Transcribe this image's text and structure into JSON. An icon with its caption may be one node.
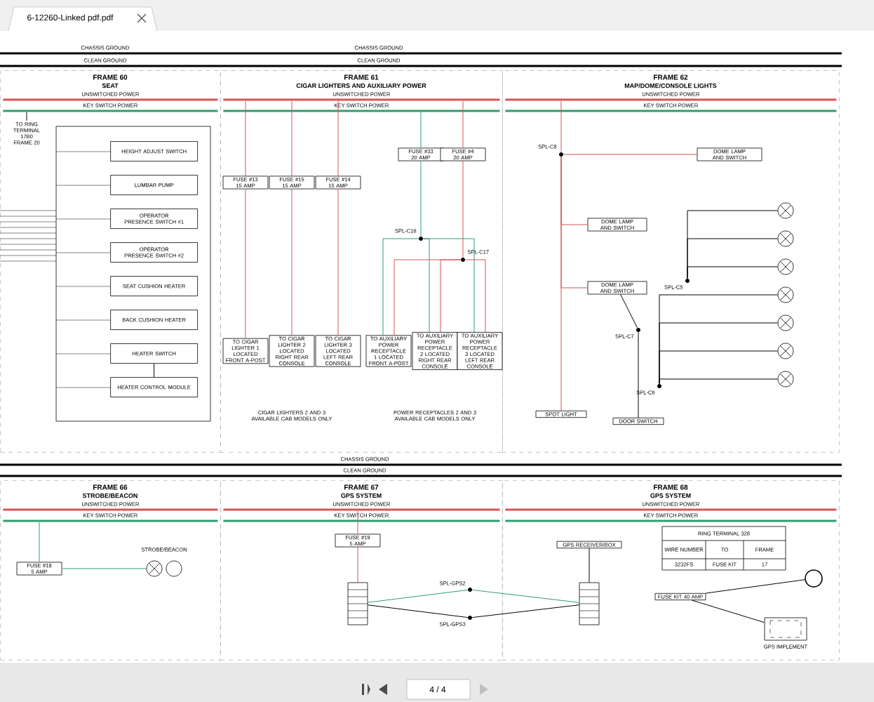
{
  "diagram": {
    "nodes": [
      {
        "text": [
          "FRAME 60",
          "SEAT"
        ]
      },
      {
        "text": [
          "FRAME 61",
          "CIGAR LIGHTERS AND AUXILIARY POWER"
        ]
      },
      {
        "text": [
          "FRAME 62",
          "MAP/DOME/CONSOLE LIGHTS"
        ]
      },
      {
        "text": [
          "FRAME 66",
          "STROBE/BEACON"
        ]
      },
      {
        "text": [
          "FRAME 67",
          "GPS SYSTEM"
        ]
      },
      {
        "text": [
          "FRAME 68",
          "GPS SYSTEM"
        ]
      },
      {
        "text": [],
        "shape": "box",
        "in": 0
      },
      {
        "text": [
          "HEIGHT ADJUST SWITCH"
        ],
        "in": 6
      },
      {
        "text": [
          "LUMBAR PUMP"
        ],
        "in": 6
      },
      {
        "text": [
          "OPERATOR PRESENCE SWITCH #1"
        ],
        "in": 6
      },
      {
        "text": [
          "OPERATOR PRESENCE SWITCH #2"
        ],
        "in": 6
      },
      {
        "text": [
          "SEAT CUSHION HEATER"
        ],
        "in": 6
      },
      {
        "text": [
          "BACK CUSHION HEATER"
        ],
        "in": 6
      },
      {
        "text": [
          "HEATER SWITCH"
        ],
        "in": 6
      },
      {
        "text": [
          "HEATER CONTROL MODULE"
        ],
        "in": 6
      },
      {
        "text": [
          "TO RING TERMINAL 17B0 FRAME 20"
        ],
        "in": 0
      },
      {
        "text": [
          "FUSE #13 15 AMP"
        ],
        "in": 1
      },
      {
        "text": [
          "FUSE #15 15 AMP"
        ],
        "in": 1
      },
      {
        "text": [
          "FUSE #14 15 AMP"
        ],
        "in": 1
      },
      {
        "text": [
          "FUSE #33 20 AMP"
        ],
        "in": 1
      },
      {
        "text": [
          "FUSE #4 20 AMP"
        ],
        "in": 1
      },
      {
        "text": [],
        "shape": "circle",
        "beside": [
          "SPL-C16"
        ],
        "in": 1
      },
      {
        "text": [],
        "shape": "circle",
        "beside": [
          "SPL-C17"
        ],
        "in": 1
      },
      {
        "text": [
          "TO CIGAR LIGHTER 1 LOCATED FRONT A-POST"
        ],
        "in": 1
      },
      {
        "text": [
          "TO CIGAR LIGHTER 2 LOCATED RIGHT REAR CONSOLE"
        ],
        "in": 1
      },
      {
        "text": [
          "TO CIGAR LIGHTER 3 LOCATED LEFT REAR CONSOLE"
        ],
        "in": 1
      },
      {
        "text": [
          "TO AUXILIARY POWER RECEPTACLE 1 LOCATED FRONT A-POST"
        ],
        "in": 1
      },
      {
        "text": [
          "TO AUXILIARY POWER RECEPTACLE 2 LOCATED RIGHT REAR CONSOLE"
        ],
        "in": 1
      },
      {
        "text": [
          "TO AUXILIARY POWER RECEPTACLE 3 LOCATED LEFT REAR CONSOLE"
        ],
        "in": 1
      },
      {
        "text": [],
        "shape": "circle",
        "beside": [
          "SPL-C8"
        ],
        "in": 2
      },
      {
        "text": [
          "DOME LAMP AND SWITCH"
        ],
        "in": 2
      },
      {
        "text": [
          "DOME LAMP AND SWITCH"
        ],
        "in": 2
      },
      {
        "text": [
          "DOME LAMP AND SWITCH"
        ],
        "in": 2
      },
      {
        "text": [],
        "shape": "circle",
        "beside": [
          "SPL-C7"
        ],
        "in": 2
      },
      {
        "text": [],
        "shape": "circle",
        "beside": [
          "SPL-C5"
        ],
        "in": 2
      },
      {
        "text": [],
        "shape": "circle",
        "beside": [
          "SPL-C6"
        ],
        "in": 2
      },
      {
        "text": [],
        "shape": "circle",
        "in": 2
      },
      {
        "text": [],
        "shape": "circle",
        "in": 2
      },
      {
        "text": [],
        "shape": "circle",
        "in": 2
      },
      {
        "text": [],
        "shape": "circle",
        "in": 2
      },
      {
        "text": [],
        "shape": "circle",
        "in": 2
      },
      {
        "text": [],
        "shape": "circle",
        "in": 2
      },
      {
        "text": [],
        "shape": "circle",
        "in": 2
      },
      {
        "text": [
          "SPOT LIGHT"
        ],
        "in": 2
      },
      {
        "text": [
          "DOOR SWITCH"
        ],
        "in": 2
      },
      {
        "text": [
          "FUSE #18 5 AMP"
        ],
        "in": 3
      },
      {
        "text": [],
        "shape": "circle",
        "beside": [
          "STROBE/BEACON"
        ],
        "in": 3
      },
      {
        "text": [
          "FUSE #19 5 AMP"
        ],
        "in": 4
      },
      {
        "text": [],
        "shape": "box",
        "in": 4
      },
      {
        "text": [],
        "shape": "circle",
        "beside": [
          "SPL-GPS2"
        ],
        "in": 4
      },
      {
        "text": [],
        "shape": "circle",
        "beside": [
          "SPL-GPS3"
        ],
        "in": 4
      },
      {
        "text": [
          "GPS RECEIVER/BOX"
        ],
        "in": 5
      },
      {
        "text": [
          "FUSE KIT 40 AMP"
        ],
        "in": 5
      },
      {
        "text": [],
        "shape": "circle",
        "in": 5
      },
      {
        "text": [],
        "shape": "box",
        "beside": [
          "GPS IMPLEMENT"
        ],
        "in": 5
      },
      {
        "text": [],
        "shape": "box",
        "in": 5
      },
      {
        "text": [
          "UNSWITCHED POWER"
        ],
        "in": 0
      },
      {
        "text": [
          "KEY SWITCH POWER"
        ],
        "in": 0
      },
      {
        "text": [
          "UNSWITCHED POWER"
        ],
        "in": 1
      },
      {
        "text": [
          "KEY SWITCH POWER"
        ],
        "in": 1
      },
      {
        "text": [
          "UNSWITCHED POWER"
        ],
        "in": 2
      },
      {
        "text": [
          "KEY SWITCH POWER"
        ],
        "in": 2
      },
      {
        "text": [
          "UNSWITCHED POWER"
        ],
        "in": 3
      },
      {
        "text": [
          "KEY SWITCH POWER"
        ],
        "in": 3
      },
      {
        "text": [
          "UNSWITCHED POWER"
        ],
        "in": 4
      },
      {
        "text": [
          "KEY SWITCH POWER"
        ],
        "in": 4
      },
      {
        "text": [
          "UNSWITCHED POWER"
        ],
        "in": 5
      },
      {
        "text": [
          "KEY SWITCH POWER"
        ],
        "in": 5
      }
    ],
    "edges": [
      {
        "from": 15,
        "to": 57,
        "arrow": "none",
        "color": "#000000"
      },
      {
        "from": 13,
        "to": 14,
        "arrow": "none",
        "color": "#000000"
      },
      {
        "from": 16,
        "to": 23,
        "arrow": "none",
        "color": "#d9534f"
      },
      {
        "from": 17,
        "to": 24,
        "arrow": "none",
        "color": "#d9534f"
      },
      {
        "from": 18,
        "to": 25,
        "arrow": "none",
        "color": "#d9534f"
      },
      {
        "from": 19,
        "to": 21,
        "arrow": "none",
        "color": "#2e9e6e"
      },
      {
        "from": 20,
        "to": 22,
        "arrow": "none",
        "color": "#d9534f"
      },
      {
        "from": 21,
        "to": 26,
        "arrow": "none",
        "color": "#2e9e6e"
      },
      {
        "from": 21,
        "to": 27,
        "arrow": "none",
        "color": "#2e9e6e"
      },
      {
        "from": 21,
        "to": 28,
        "arrow": "none",
        "color": "#2e9e6e"
      },
      {
        "from": 22,
        "to": 26,
        "arrow": "none",
        "color": "#d9534f"
      },
      {
        "from": 22,
        "to": 27,
        "arrow": "none",
        "color": "#d9534f"
      },
      {
        "from": 22,
        "to": 28,
        "arrow": "none",
        "color": "#d9534f"
      },
      {
        "from": 29,
        "to": 30,
        "arrow": "none",
        "color": "#d9534f"
      },
      {
        "from": 29,
        "to": 31,
        "arrow": "none",
        "color": "#d9534f"
      },
      {
        "from": 29,
        "to": 32,
        "arrow": "none",
        "color": "#d9534f"
      },
      {
        "from": 29,
        "to": 43,
        "arrow": "none",
        "color": "#d9534f"
      },
      {
        "from": 33,
        "to": 32,
        "arrow": "none",
        "color": "#000000"
      },
      {
        "from": 44,
        "to": 33,
        "arrow": "none",
        "color": "#000000"
      },
      {
        "from": 34,
        "to": 36,
        "arrow": "none",
        "color": "#000000"
      },
      {
        "from": 34,
        "to": 37,
        "arrow": "none",
        "color": "#000000"
      },
      {
        "from": 34,
        "to": 38,
        "arrow": "none",
        "color": "#000000"
      },
      {
        "from": 35,
        "to": 39,
        "arrow": "none",
        "color": "#000000"
      },
      {
        "from": 35,
        "to": 40,
        "arrow": "none",
        "color": "#000000"
      },
      {
        "from": 35,
        "to": 41,
        "arrow": "none",
        "color": "#000000"
      },
      {
        "from": 35,
        "to": 42,
        "arrow": "none",
        "color": "#000000"
      },
      {
        "from": 45,
        "to": 46,
        "arrow": "none",
        "color": "#2e9e6e"
      },
      {
        "from": 47,
        "to": 48,
        "arrow": "none",
        "color": "#d9534f"
      },
      {
        "from": 49,
        "to": 48,
        "arrow": "none",
        "color": "#2e9e6e"
      },
      {
        "from": 50,
        "to": 48,
        "arrow": "none",
        "color": "#000000"
      },
      {
        "from": 49,
        "to": 55,
        "arrow": "none",
        "color": "#2e9e6e"
      },
      {
        "from": 50,
        "to": 55,
        "arrow": "none",
        "color": "#000000"
      },
      {
        "from": 55,
        "to": 51,
        "arrow": "none",
        "color": "#000000"
      },
      {
        "from": 52,
        "to": 53,
        "arrow": "none",
        "color": "#000000"
      },
      {
        "from": 52,
        "to": 54,
        "arrow": "none",
        "color": "#000000"
      },
      {
        "from": 58,
        "to": 16,
        "arrow": "none",
        "color": "#d9534f"
      },
      {
        "from": 58,
        "to": 17,
        "arrow": "none",
        "color": "#d9534f"
      },
      {
        "from": 58,
        "to": 18,
        "arrow": "none",
        "color": "#d9534f"
      },
      {
        "from": 59,
        "to": 19,
        "arrow": "none",
        "color": "#2e9e6e"
      },
      {
        "from": 58,
        "to": 20,
        "arrow": "none",
        "color": "#d9534f"
      },
      {
        "from": 60,
        "to": 29,
        "arrow": "none",
        "color": "#d9534f"
      },
      {
        "from": 63,
        "to": 45,
        "arrow": "none",
        "color": "#2e9e6e"
      },
      {
        "from": 64,
        "to": 47,
        "arrow": "none",
        "color": "#d9534f"
      }
    ],
    "labels": [
      "6-12260-Linked pdf.pdf",
      "CHASSIS GROUND",
      "CHASSIS GROUND",
      "CLEAN GROUND",
      "CLEAN GROUND",
      "CIGAR LIGHTERS 2 AND 3 AVAILABLE CAB MODELS ONLY",
      "POWER RECEPTACLES 2 AND 3 AVAILABLE CAB MODELS ONLY",
      "CHASSIS GROUND",
      "CLEAN GROUND",
      "RING TERMINAL 328",
      "WIRE NUMBER",
      "TO",
      "FRAME",
      "3232FS",
      "FUSE KIT",
      "17",
      "4 / 4"
    ]
  }
}
